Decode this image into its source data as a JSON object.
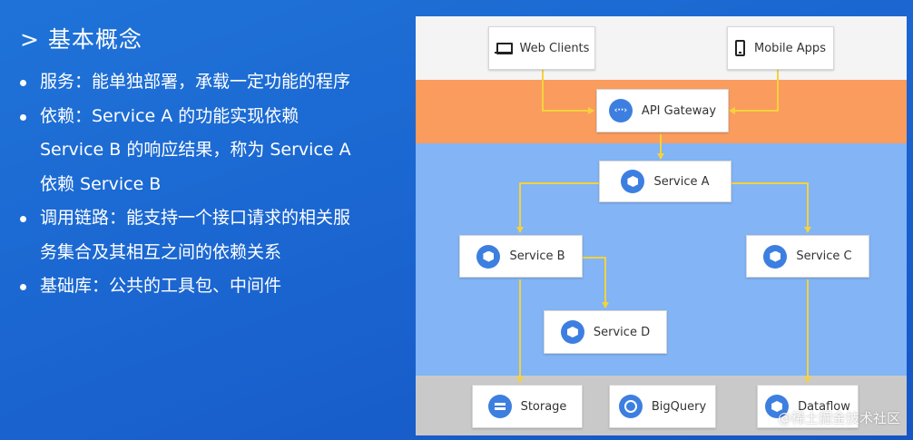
{
  "left_panel": {
    "heading": "> 基本概念",
    "bullets": [
      {
        "lines": [
          "服务：能单独部署，承载一定功能的程序"
        ]
      },
      {
        "lines": [
          "依赖：Service A 的功能实现依赖",
          "Service B 的响应结果，称为 Service A",
          "依赖 Service B"
        ]
      },
      {
        "lines": [
          "调用链路：能支持一个接口请求的相关服",
          "务集合及其相互之间的依赖关系"
        ]
      },
      {
        "lines": [
          "基础库：公共的工具包、中间件"
        ]
      }
    ]
  },
  "diagram": {
    "colors": {
      "clients_band": "#f4f4f4",
      "gateway_band": "#fb9c5f",
      "services_band": "#82b4f6",
      "storage_band": "#c9c9c9",
      "arrow": "#f5d23c",
      "icon": "#3d7fe0"
    },
    "nodes": {
      "web_clients": {
        "label": "Web Clients",
        "icon": "laptop-icon"
      },
      "mobile_apps": {
        "label": "Mobile Apps",
        "icon": "phone-icon"
      },
      "api_gateway": {
        "label": "API Gateway",
        "icon": "api-gateway-icon",
        "glyph": "‹··›"
      },
      "service_a": {
        "label": "Service A",
        "icon": "service-icon"
      },
      "service_b": {
        "label": "Service B",
        "icon": "service-icon"
      },
      "service_c": {
        "label": "Service C",
        "icon": "service-icon"
      },
      "service_d": {
        "label": "Service D",
        "icon": "service-icon"
      },
      "storage": {
        "label": "Storage",
        "icon": "storage-icon"
      },
      "bigquery": {
        "label": "BigQuery",
        "icon": "bigquery-icon"
      },
      "dataflow": {
        "label": "Dataflow",
        "icon": "dataflow-icon"
      }
    },
    "edges": [
      {
        "from": "web_clients",
        "to": "api_gateway"
      },
      {
        "from": "mobile_apps",
        "to": "api_gateway"
      },
      {
        "from": "api_gateway",
        "to": "service_a"
      },
      {
        "from": "service_a",
        "to": "service_b"
      },
      {
        "from": "service_a",
        "to": "service_c"
      },
      {
        "from": "service_b",
        "to": "service_d"
      },
      {
        "from": "service_b",
        "to": "storage"
      },
      {
        "from": "service_c",
        "to": "dataflow"
      }
    ]
  },
  "watermark": "@稀土掘金技术社区"
}
